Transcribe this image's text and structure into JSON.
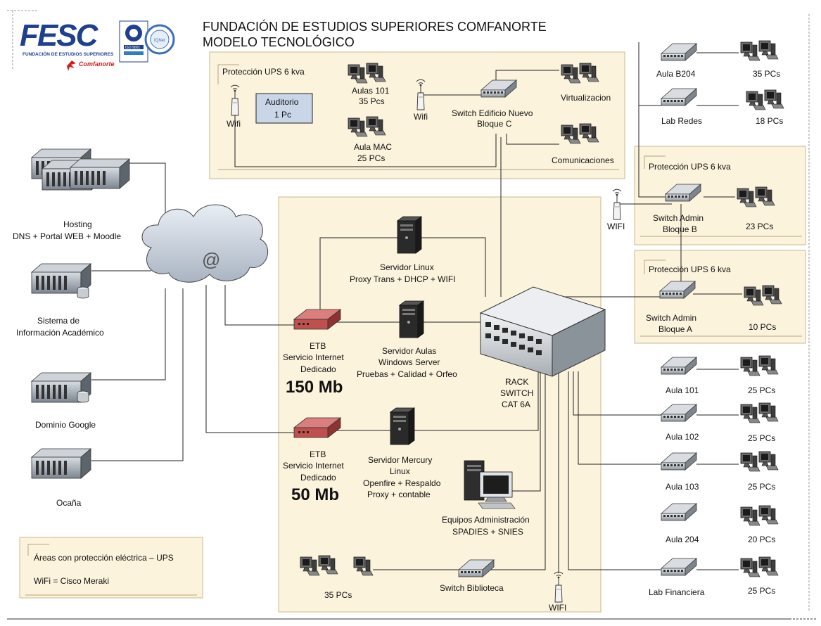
{
  "header": {
    "logo_text": "FESC",
    "logo_subtitle": "FUNDACIÓN DE ESTUDIOS SUPERIORES",
    "logo_brand": "Comfanorte",
    "cert_labels": [
      "ISO 9001",
      "IQNet"
    ],
    "title_line1": "FUNDACIÓN DE ESTUDIOS SUPERIORES COMFANORTE",
    "title_line2": "MODELO TECNOLÓGICO"
  },
  "ups_zones": {
    "top": "Protección UPS 6 kva",
    "bloque_b": "Protección UPS 6 kva",
    "bloque_a": "Protección UPS 6 kva"
  },
  "top_block": {
    "wifi_left": "Wifi",
    "auditorio": [
      "Auditorio",
      "1 Pc"
    ],
    "aulas101": [
      "Aulas 101",
      "35 Pcs"
    ],
    "aula_mac": [
      "Aula MAC",
      "25 PCs"
    ],
    "wifi_mid": "Wifi",
    "switch_c": [
      "Switch Edificio Nuevo",
      "Bloque C"
    ],
    "virtualizacion": "Virtualizacion",
    "comunicaciones": "Comunicaciones"
  },
  "left_services": {
    "hosting": [
      "Hosting",
      "DNS + Portal WEB + Moodle"
    ],
    "academico": [
      "Sistema de",
      "Información Académico"
    ],
    "google": "Dominio Google",
    "ocana": "Ocaña",
    "cloud": "@"
  },
  "center": {
    "srv_linux": [
      "Servidor Linux",
      "Proxy Trans + DHCP + WIFI"
    ],
    "srv_aulas": [
      "Servidor Aulas",
      "Windows Server",
      "Pruebas + Calidad + Orfeo"
    ],
    "etb1": [
      "ETB",
      "Servicio Internet",
      "Dedicado"
    ],
    "etb1_speed": "150 Mb",
    "rack": [
      "RACK",
      "SWITCH",
      "CAT 6A"
    ],
    "etb2": [
      "ETB",
      "Servicio Internet",
      "Dedicado"
    ],
    "etb2_speed": "50 Mb",
    "srv_mercury": [
      "Servidor Mercury",
      "Linux",
      "Openfire + Respaldo",
      "Proxy + contable"
    ],
    "admin": [
      "Equipos Administración",
      "SPADIES + SNIES"
    ],
    "biblioteca_pcs": "35 PCs",
    "switch_biblioteca": "Switch Biblioteca",
    "wifi_bottom": "WIFI"
  },
  "right": {
    "aula_b204": "Aula B204",
    "b204_pcs": "35 PCs",
    "lab_redes": "Lab Redes",
    "redes_pcs": "18 PCs",
    "wifi_right": "WIFI",
    "switch_b": [
      "Switch Admin",
      "Bloque B"
    ],
    "b_pcs": "23 PCs",
    "switch_a": [
      "Switch Admin",
      "Bloque A"
    ],
    "a_pcs": "10 PCs",
    "aula101": "Aula 101",
    "aula101_pcs": "25 PCs",
    "aula102": "Aula 102",
    "aula102_pcs": "25 PCs",
    "aula103": "Aula 103",
    "aula103_pcs": "25 PCs",
    "aula204": "Aula 204",
    "aula204_pcs": "20 PCs",
    "lab_fin": "Lab Financiera",
    "fin_pcs": "25 PCs"
  },
  "legend": {
    "ups": "Áreas con protección eléctrica – UPS",
    "wifi": "WiFi = Cisco Meraki"
  },
  "colors": {
    "ups_fill": "#fbf3dc",
    "modem": "#c0504d",
    "switch_body": "#9aa2aa",
    "server_dark": "#2a2a2a",
    "logo_blue": "#1f3f8f",
    "logo_red": "#d21d1d",
    "auditorio_fill": "#c9d6e8"
  }
}
